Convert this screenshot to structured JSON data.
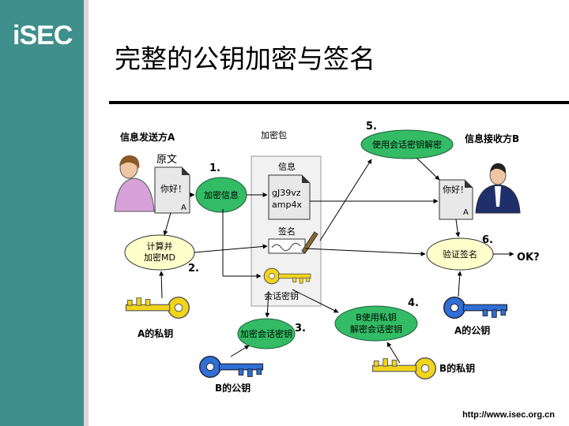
{
  "logo": "iSEC",
  "title": "完整的公钥加密与签名",
  "footer_url": "http://www.isec.org.cn",
  "diagram": {
    "sender_label": "信息发送方A",
    "receiver_label": "信息接收方B",
    "package_label": "加密包",
    "original_text_label": "原文",
    "doc_text": "你好！",
    "doc_owner": "A",
    "encrypt_info": "加密信息",
    "info_label": "信息",
    "cipher_line1": "gJ39vz",
    "cipher_line2": "amp4x",
    "signature_label": "签名",
    "session_key_label": "会话密钥",
    "compute_line1": "计算并",
    "compute_line2": "加密MD",
    "use_session_key": "使用会话密钥解密",
    "verify_signature": "验证签名",
    "ok": "OK?",
    "encrypt_session_key": "加密会话密钥",
    "b_decrypt_line1": "B使用私钥",
    "b_decrypt_line2": "解密会话密钥",
    "a_private_key": "A的私钥",
    "a_public_key": "A的公钥",
    "b_public_key": "B的公钥",
    "b_private_key": "B的私钥",
    "step1": "1.",
    "step2": "2.",
    "step3": "3.",
    "step4": "4.",
    "step5": "5.",
    "step6": "6.",
    "colors": {
      "ellipse": "#33bb66",
      "ellipse_light": "#ffffcc",
      "yellow_key": "#f2d51a",
      "blue_key": "#2f6fd6",
      "sidebar": "#3f8f8c"
    }
  }
}
